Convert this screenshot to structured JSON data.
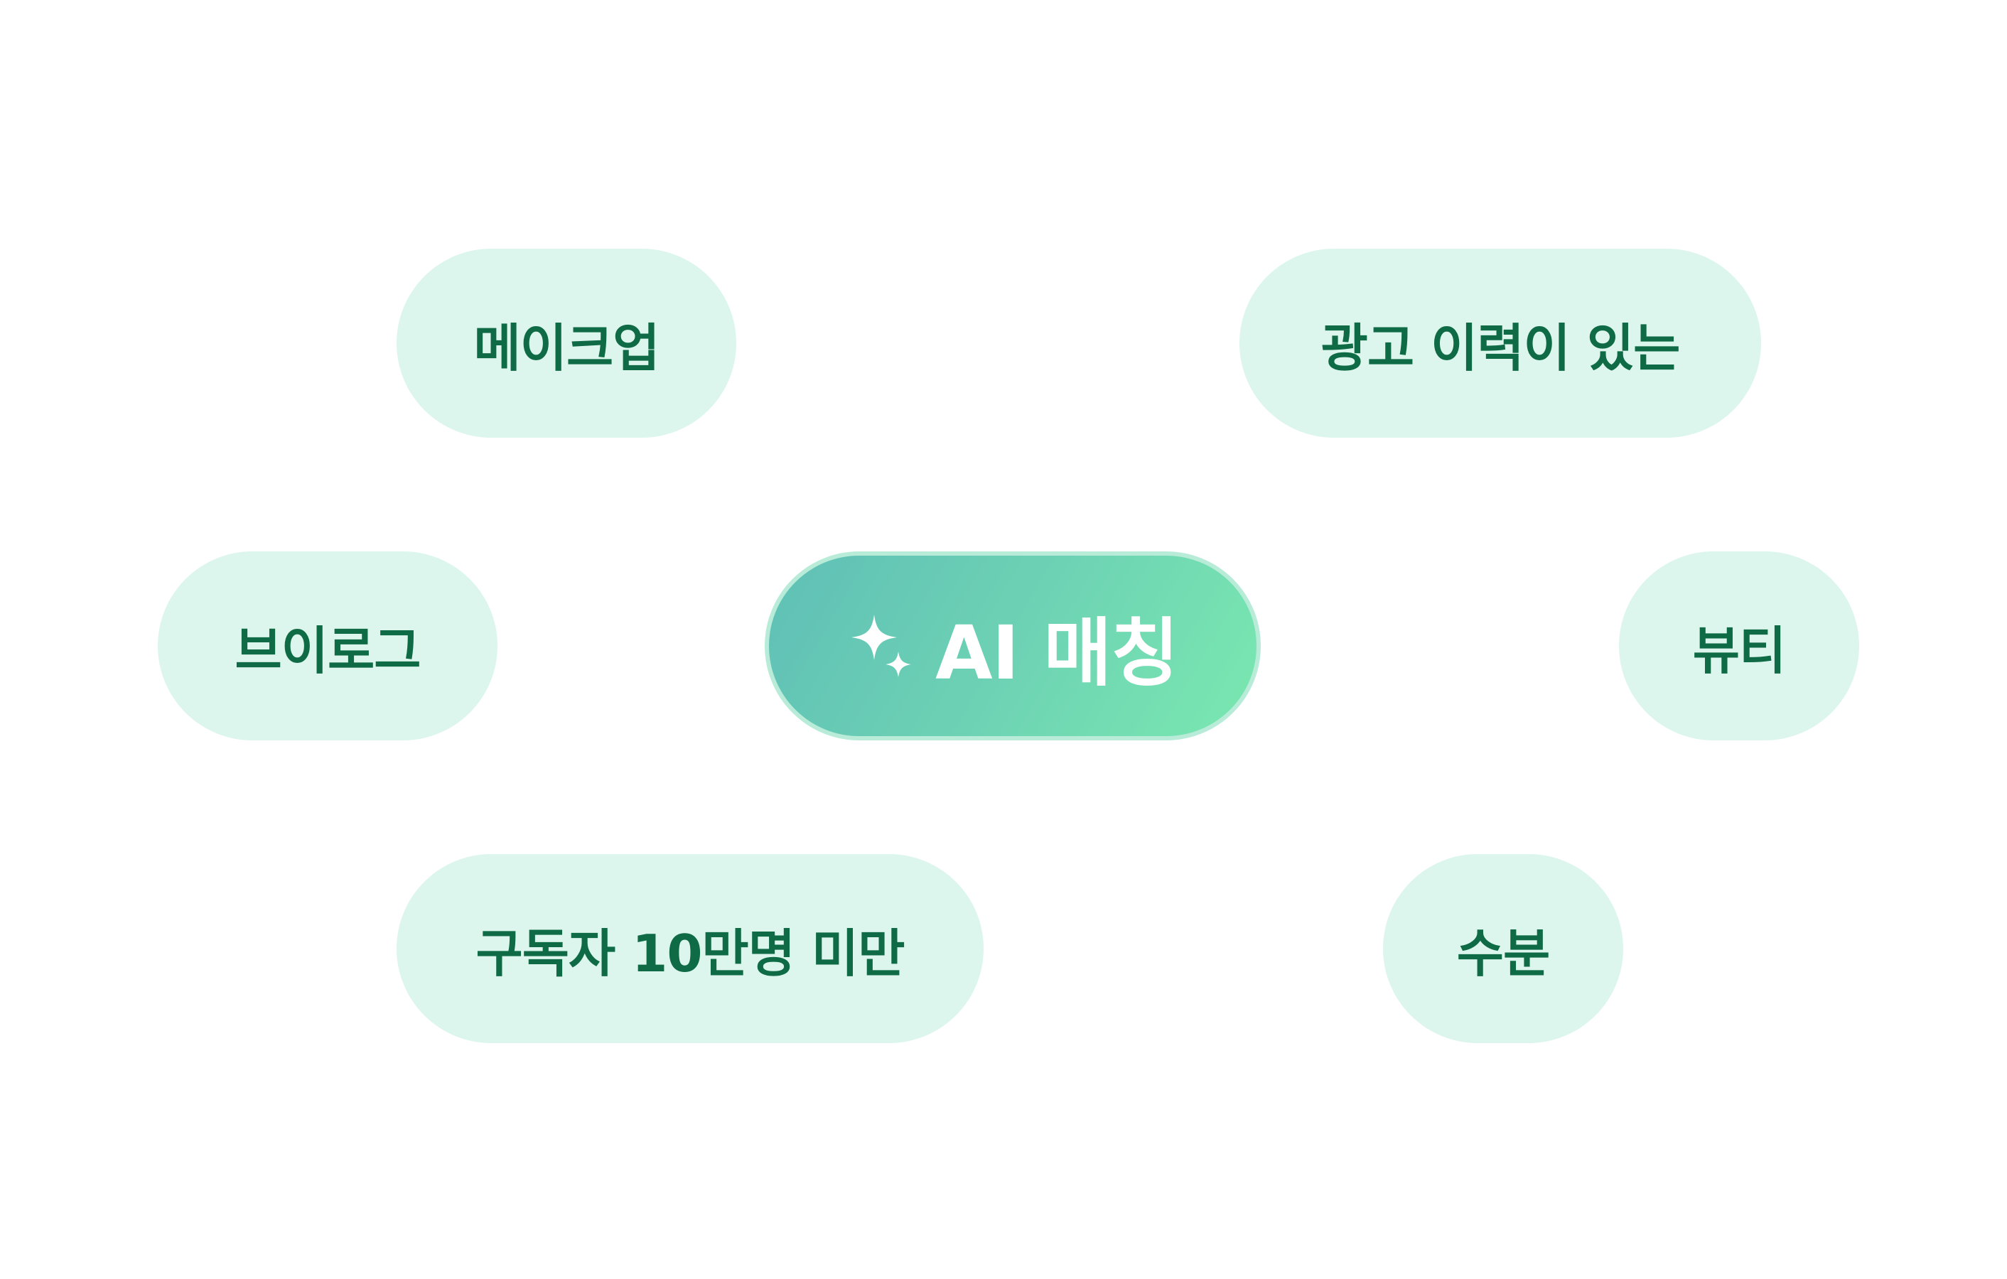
{
  "ai_button": {
    "icon": "sparkles-icon",
    "label": "AI 매칭",
    "gradient": [
      "#5fbfb6",
      "#7ae8b0"
    ],
    "text_color": "#ffffff"
  },
  "chips": {
    "makeup": "메이크업",
    "ad_history": "광고 이력이 있는",
    "vlog": "브이로그",
    "beauty": "뷰티",
    "subscribers": "구독자 10만명 미만",
    "moisture": "수분"
  },
  "colors": {
    "chip_background": "#dcf6ed",
    "chip_text": "#0f6a46"
  }
}
